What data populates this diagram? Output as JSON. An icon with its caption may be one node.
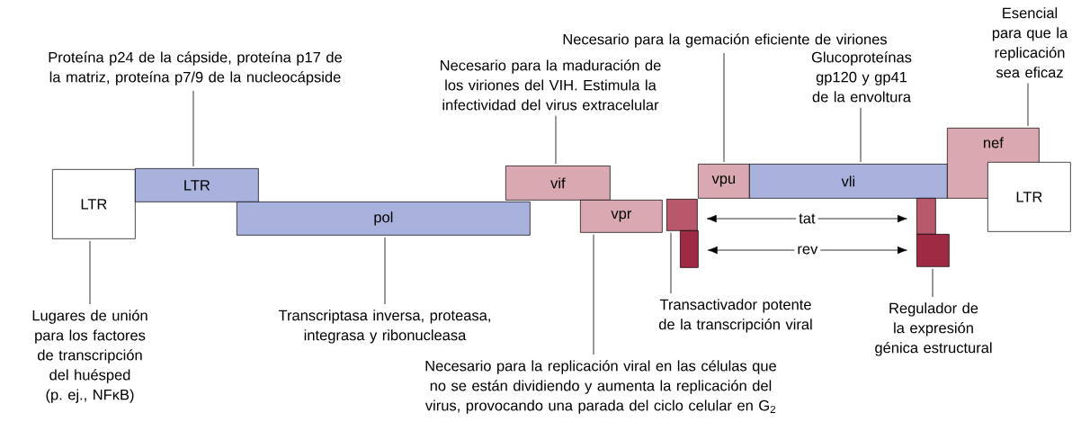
{
  "diagram": {
    "nodes": [
      {
        "text": [
          "LTR"
        ]
      },
      {
        "text": [
          "LTR"
        ]
      },
      {
        "text": [
          "pol"
        ]
      },
      {
        "text": [
          "vif"
        ]
      },
      {
        "text": [
          "vpr"
        ]
      },
      {
        "text": [
          "vpu"
        ]
      },
      {
        "text": [
          "vli"
        ]
      },
      {
        "text": [
          "nef"
        ]
      },
      {
        "text": [
          "LTR"
        ]
      },
      {
        "text": [],
        "shape": "box"
      },
      {
        "text": [],
        "shape": "box"
      },
      {
        "text": [],
        "shape": "box"
      },
      {
        "text": [],
        "shape": "box"
      },
      {
        "text": [
          "Proteína p24 de la cápside, proteína p17 de la matriz, proteína p7/9 de la nucleocápside"
        ]
      },
      {
        "text": [
          "Necesario para la maduración de los viriones del VIH. Estimula la infectividad del virus extracelular"
        ]
      },
      {
        "text": [
          "Necesario para la gemación eficiente de viriones"
        ]
      },
      {
        "text": [
          "Glucoproteínas gp120 y gp41 de la envoltura"
        ]
      },
      {
        "text": [
          "Esencial para que la replicación sea eficaz"
        ]
      },
      {
        "text": [
          "Lugares de unión para los factores de transcripción del huésped (p. ej., NFκB)"
        ]
      },
      {
        "text": [
          "Transcriptasa inversa, proteasa, integrasa y ribonucleasa"
        ]
      },
      {
        "text": [
          "Necesario para la replicación viral en las células que no se están dividiendo y aumenta la replicación del virus, provocando una parada del ciclo celular en G$_{2}$"
        ]
      },
      {
        "text": [
          "Transactivador potente de la transcripción viral"
        ]
      },
      {
        "text": [
          "Regulador de la expresión génica estructural"
        ]
      }
    ],
    "edges": [
      {
        "from": 9,
        "to": 11,
        "arrow": "both",
        "label": "tat"
      },
      {
        "from": 10,
        "to": 12,
        "arrow": "both",
        "label": "rev"
      },
      {
        "from": 13,
        "to": 1,
        "arrow": "none"
      },
      {
        "from": 14,
        "to": 3,
        "arrow": "none"
      },
      {
        "from": 15,
        "to": 5,
        "arrow": "none"
      },
      {
        "from": 16,
        "to": 6,
        "arrow": "none"
      },
      {
        "from": 17,
        "to": 7,
        "arrow": "none"
      },
      {
        "from": 18,
        "to": 0,
        "arrow": "none"
      },
      {
        "from": 19,
        "to": 2,
        "arrow": "none"
      },
      {
        "from": 20,
        "to": 4,
        "arrow": "none"
      },
      {
        "from": 21,
        "to": 9,
        "arrow": "none"
      },
      {
        "from": 22,
        "to": 12,
        "arrow": "none"
      }
    ]
  }
}
